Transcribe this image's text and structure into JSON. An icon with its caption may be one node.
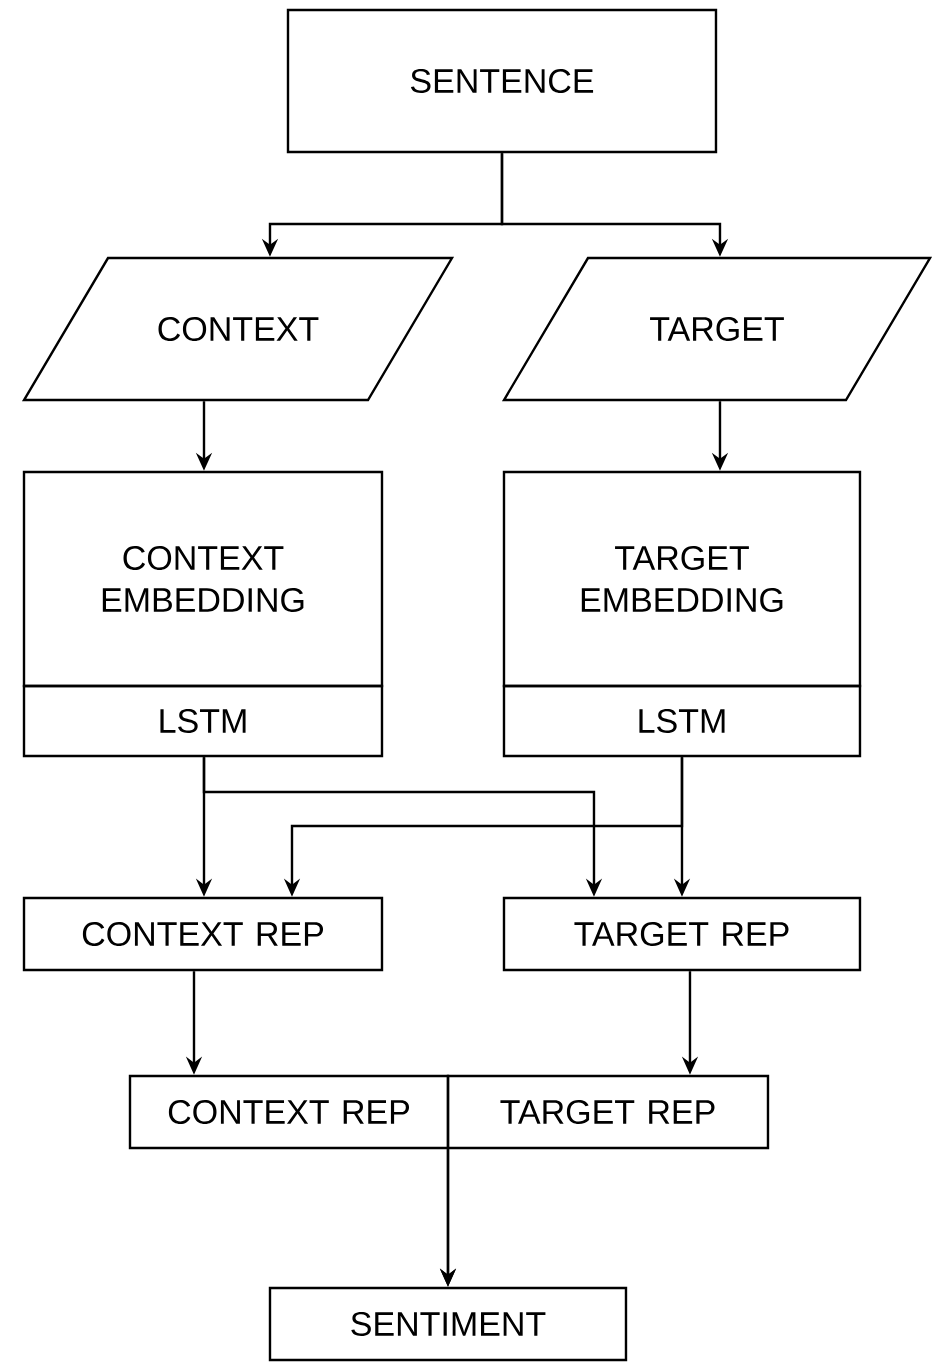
{
  "diagram": {
    "nodes": [
      {
        "text": [
          "SENTENCE"
        ]
      },
      {
        "text": [
          "CONTEXT"
        ]
      },
      {
        "text": [
          "TARGET"
        ]
      },
      {
        "text": [
          "CONTEXT EMBEDDING"
        ]
      },
      {
        "text": [
          "LSTM"
        ]
      },
      {
        "text": [
          "TARGET EMBEDDING"
        ]
      },
      {
        "text": [
          "LSTM"
        ]
      },
      {
        "text": [
          "CONTEXT REP"
        ]
      },
      {
        "text": [
          "TARGET REP"
        ]
      },
      {
        "text": [
          "CONTEXT REP"
        ]
      },
      {
        "text": [
          "TARGET REP"
        ]
      },
      {
        "text": [
          "SENTIMENT"
        ]
      }
    ],
    "edges": [
      {
        "from": 0,
        "to": 1,
        "arrow": "to"
      },
      {
        "from": 0,
        "to": 2,
        "arrow": "to"
      },
      {
        "from": 1,
        "to": 3,
        "arrow": "to"
      },
      {
        "from": 2,
        "to": 5,
        "arrow": "to"
      },
      {
        "from": 4,
        "to": 7,
        "arrow": "to"
      },
      {
        "from": 4,
        "to": 8,
        "arrow": "to"
      },
      {
        "from": 6,
        "to": 7,
        "arrow": "to"
      },
      {
        "from": 6,
        "to": 8,
        "arrow": "to"
      },
      {
        "from": 7,
        "to": 9,
        "arrow": "to"
      },
      {
        "from": 8,
        "to": 10,
        "arrow": "to"
      },
      {
        "from": 9,
        "to": 11,
        "arrow": "to"
      },
      {
        "from": 10,
        "to": 11,
        "arrow": "to"
      }
    ]
  }
}
